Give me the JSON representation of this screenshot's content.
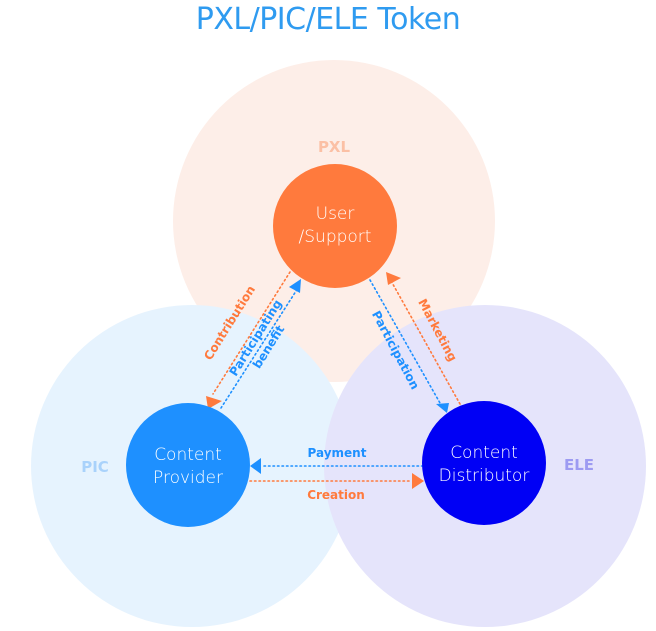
{
  "title": "PXL/PIC/ELE Token",
  "tokens": [
    {
      "id": "pxl",
      "label": "PXL",
      "area_color": "#fdeee8",
      "label_color": "#fbc0a5"
    },
    {
      "id": "pic",
      "label": "PIC",
      "area_color": "#e6f3fe",
      "label_color": "#a9d2fb"
    },
    {
      "id": "ele",
      "label": "ELE",
      "area_color": "#e5e4fb",
      "label_color": "#9d9bf2"
    }
  ],
  "nodes": [
    {
      "id": "user",
      "lines": [
        "User",
        "/Support"
      ],
      "color": "#ff7a3d"
    },
    {
      "id": "provider",
      "lines": [
        "Content",
        "Provider"
      ],
      "color": "#1e90ff"
    },
    {
      "id": "distributor",
      "lines": [
        "Content",
        "Distributor"
      ],
      "color": "#0000f5"
    }
  ],
  "flows": [
    {
      "id": "contribution",
      "label": "Contribution",
      "from": "user",
      "to": "provider",
      "color": "#ff7a3d"
    },
    {
      "id": "participating-benefit",
      "label_lines": [
        "Participating",
        "benefit"
      ],
      "from": "provider",
      "to": "user",
      "color": "#1e90ff"
    },
    {
      "id": "participation",
      "label": "Participation",
      "from": "user",
      "to": "distributor",
      "color": "#1e90ff"
    },
    {
      "id": "marketing",
      "label": "Marketing",
      "from": "distributor",
      "to": "user",
      "color": "#ff7a3d"
    },
    {
      "id": "payment",
      "label": "Payment",
      "from": "distributor",
      "to": "provider",
      "color": "#1e90ff"
    },
    {
      "id": "creation",
      "label": "Creation",
      "from": "provider",
      "to": "distributor",
      "color": "#ff7a3d"
    }
  ]
}
